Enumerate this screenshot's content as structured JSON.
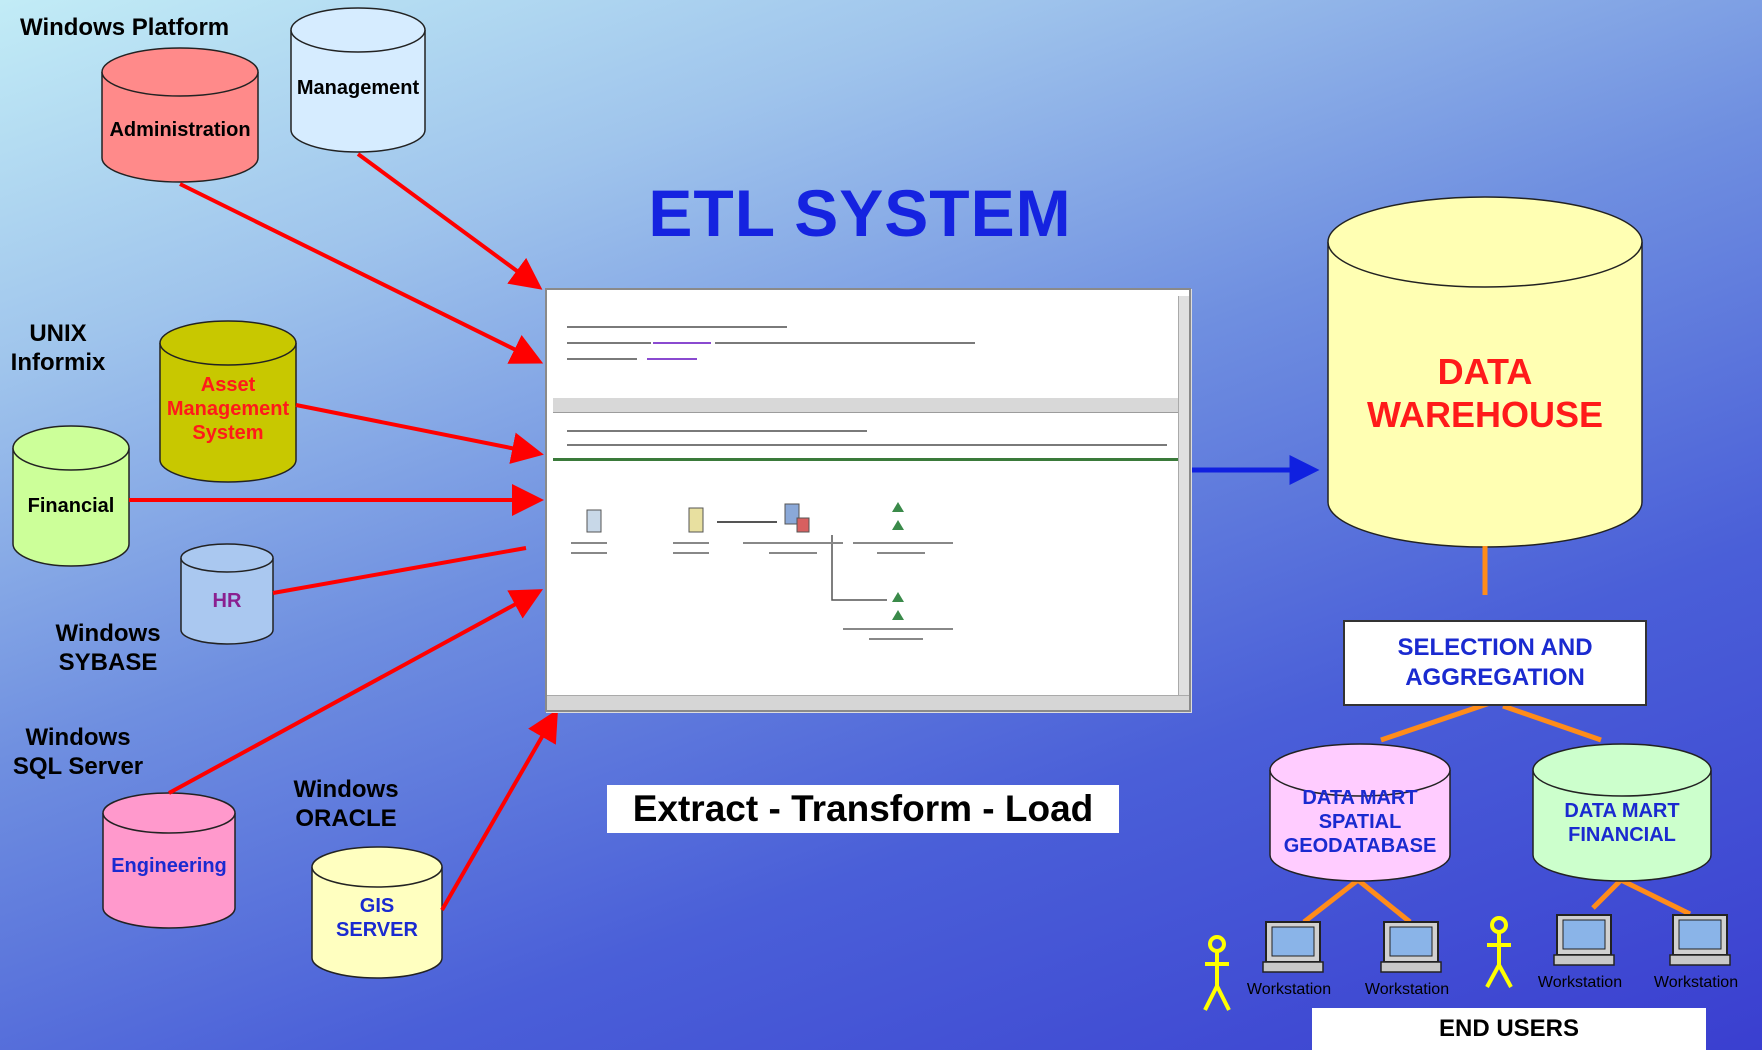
{
  "title": "ETL SYSTEM",
  "etl_caption": "Extract - Transform - Load",
  "platforms": {
    "windows_platform": "Windows Platform",
    "unix": [
      "UNIX",
      "Informix"
    ],
    "windows_sybase": [
      "Windows",
      "SYBASE"
    ],
    "windows_sql": [
      "Windows",
      "SQL Server"
    ],
    "windows_oracle": [
      "Windows",
      "ORACLE"
    ]
  },
  "sources": {
    "administration": "Administration",
    "management": "Management",
    "asset": [
      "Asset",
      "Management",
      "System"
    ],
    "financial": "Financial",
    "hr": "HR",
    "engineering": "Engineering",
    "gis": [
      "GIS",
      "SERVER"
    ]
  },
  "warehouse": [
    "DATA",
    "WAREHOUSE"
  ],
  "selection": [
    "SELECTION AND",
    "AGGREGATION"
  ],
  "marts": {
    "spatial": [
      "DATA MART",
      "SPATIAL",
      "GEODATABASE"
    ],
    "financial": [
      "DATA MART",
      "FINANCIAL"
    ]
  },
  "workstation_label": "Workstation",
  "end_users": "END USERS",
  "colors": {
    "arrow_red": "#ff0000",
    "arrow_blue": "#1020e0",
    "connector_orange": "#ff8c1a",
    "title_blue": "#1523e0",
    "administration": "#ff8a8a",
    "management": "#d6ecff",
    "asset": "#c8c800",
    "financial": "#ccff99",
    "hr": "#aac8f0",
    "engineering": "#ff99cc",
    "gis": "#ffffc0",
    "warehouse": "#ffffb3",
    "mart_spatial": "#ffccff",
    "mart_financial": "#ccffcc",
    "figure_yellow": "#ffff00"
  }
}
